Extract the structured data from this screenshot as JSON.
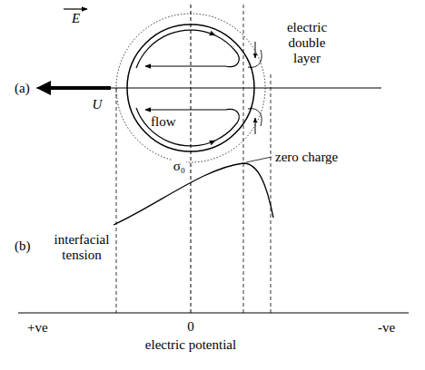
{
  "diagram": {
    "labels": [
      "E",
      "(a)",
      "electric double layer",
      "U",
      "flow",
      "(b)",
      "interfacial tension",
      "σ₀",
      "zero charge",
      "+ve",
      "0",
      "-ve",
      "electric potential"
    ]
  }
}
